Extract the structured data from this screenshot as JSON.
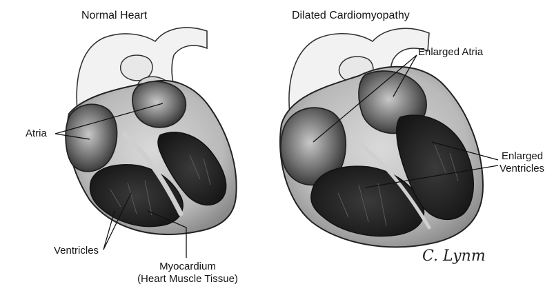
{
  "panels": {
    "normal": {
      "title": "Normal Heart"
    },
    "dilated": {
      "title": "Dilated Cardiomyopathy"
    }
  },
  "labels": {
    "atria": "Atria",
    "ventricles": "Ventricles",
    "myocardium": "Myocardium",
    "myocardium_sub": "(Heart Muscle Tissue)",
    "enlarged_atria": "Enlarged Atria",
    "enlarged_ventricles_1": "Enlarged",
    "enlarged_ventricles_2": "Ventricles"
  },
  "signature": "C. Lynm",
  "colors": {
    "ink": "#151515",
    "tissue": "#bdbdbd",
    "chamber": "#262626",
    "background": "#ffffff"
  }
}
